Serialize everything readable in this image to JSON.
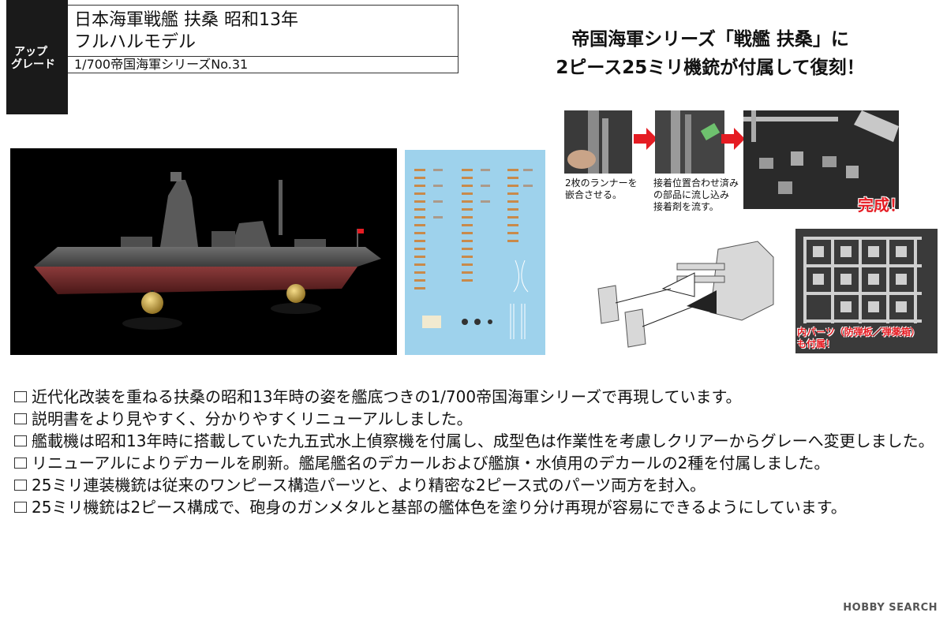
{
  "badge": {
    "line1": "アップ",
    "line2": "グレード"
  },
  "title": {
    "line1": "日本海軍戦艦 扶桑 昭和13年",
    "line2": "フルハルモデル",
    "series": "1/700帝国海軍シリーズNo.31"
  },
  "headline": {
    "line1": "帝国海軍シリーズ「戦艦 扶桑」に",
    "line2": "2ピース25ミリ機銃が付属して復刻！"
  },
  "steps": {
    "caption1": [
      "2枚のランナーを",
      "嵌合させる。"
    ],
    "caption2": [
      "接着位置合わせ済み",
      "の部品に流し込み",
      "接着剤を流す。"
    ],
    "complete": "完成！"
  },
  "parts_note": [
    "内パーツ（防弾板／弾薬箱）",
    "も付属！"
  ],
  "features": [
    "近代化改装を重ねる扶桑の昭和13年時の姿を艦底つきの1/700帝国海軍シリーズで再現しています。",
    "説明書をより見やすく、分かりやすくリニューアルしました。",
    "艦載機は昭和13年時に搭載していた九五式水上偵察機を付属し、成型色は作業性を考慮しクリアーからグレーへ変更しました。",
    "リニューアルによりデカールを刷新。艦尾艦名のデカールおよび艦旗・水偵用のデカールの2種を付属しました。",
    "25ミリ連装機銃は従来のワンピース構造パーツと、より精密な2ピース式のパーツ両方を封入。",
    "25ミリ機銃は2ピース構成で、砲身のガンメタルと基部の艦体色を塗り分け再現が容易にできるようにしています。"
  ],
  "watermark": "HOBBY SEARCH",
  "colors": {
    "accent_red": "#e51c23",
    "decal_blue": "#9ed2ec",
    "badge_black": "#1a1a1a"
  }
}
